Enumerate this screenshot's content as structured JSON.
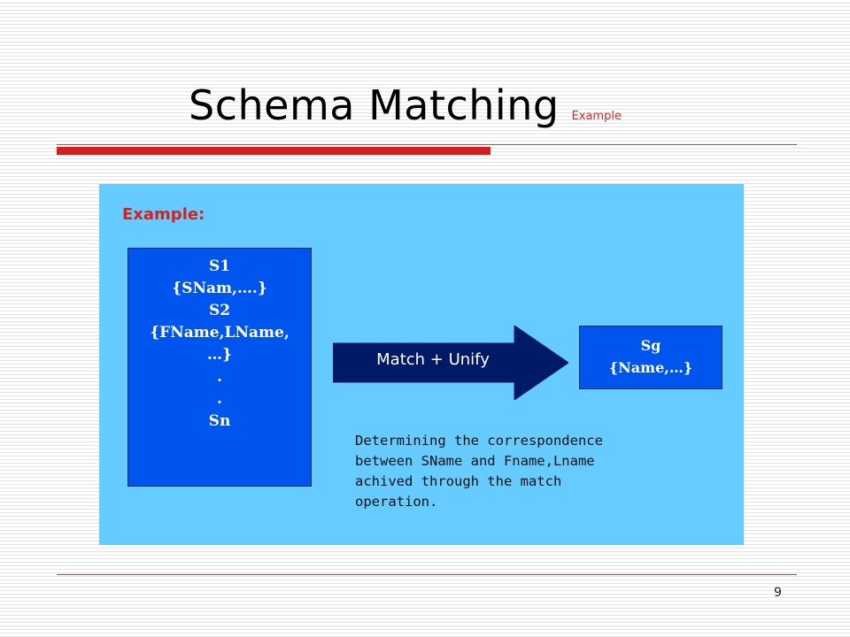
{
  "slide": {
    "title": "Schema Matching",
    "subtitle": "Example",
    "page_number": "9"
  },
  "panel": {
    "heading": "Example:",
    "sources_box": {
      "lines": [
        "S1",
        "{SNam,….}",
        "S2",
        "{FName,LName,",
        "…}",
        ".",
        ".",
        "Sn"
      ]
    },
    "arrow_label": "Match + Unify",
    "target_box": {
      "lines": [
        "Sg",
        "{Name,…}"
      ]
    },
    "description": {
      "lines": [
        "Determining the correspondence",
        "between SName and Fname,Lname",
        "achived through the match",
        "operation."
      ]
    }
  },
  "colors": {
    "panel_background": "#66ccff",
    "box_fill": "#0055ee",
    "arrow_fill": "#001a66",
    "accent_red": "#d61e1e"
  }
}
